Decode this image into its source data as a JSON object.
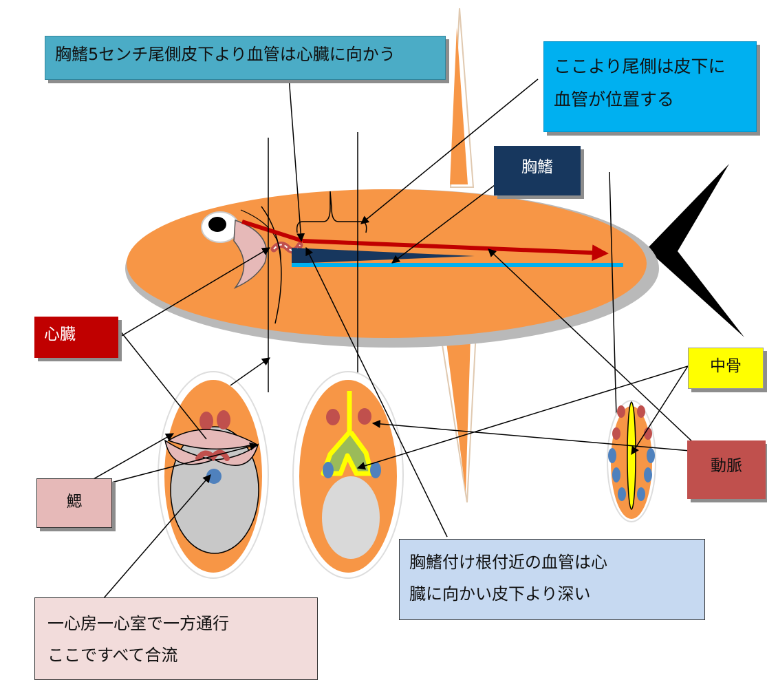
{
  "labels": {
    "top_note": "胸鰭5センチ尾側皮下より血管は心臓に向かう",
    "tail_note_line1": "ここより尾側は皮下に",
    "tail_note_line2": "血管が位置する",
    "pectoral_fin": "胸鰭",
    "heart": "心臓",
    "backbone": "中骨",
    "artery": "動脈",
    "gill": "鰓",
    "deep_note_line1": "胸鰭付け根付近の血管は心",
    "deep_note_line2": "臓に向かい皮下より深い",
    "atrium_note_line1": "一心房一心室で一方通行",
    "atrium_note_line2": "ここですべて合流"
  },
  "colors": {
    "body": "#f79646",
    "body_shadow": "#b9b9b9",
    "artery_red": "#c00000",
    "vein_blue": "#4f81bd",
    "backbone_yellow": "#ffff00",
    "fin_navy": "#17375e",
    "blue_line": "#00b0f0",
    "gill_pink": "#e6b9b8",
    "cavity_gray": "#c8c8c8",
    "tail_black": "#000000"
  }
}
